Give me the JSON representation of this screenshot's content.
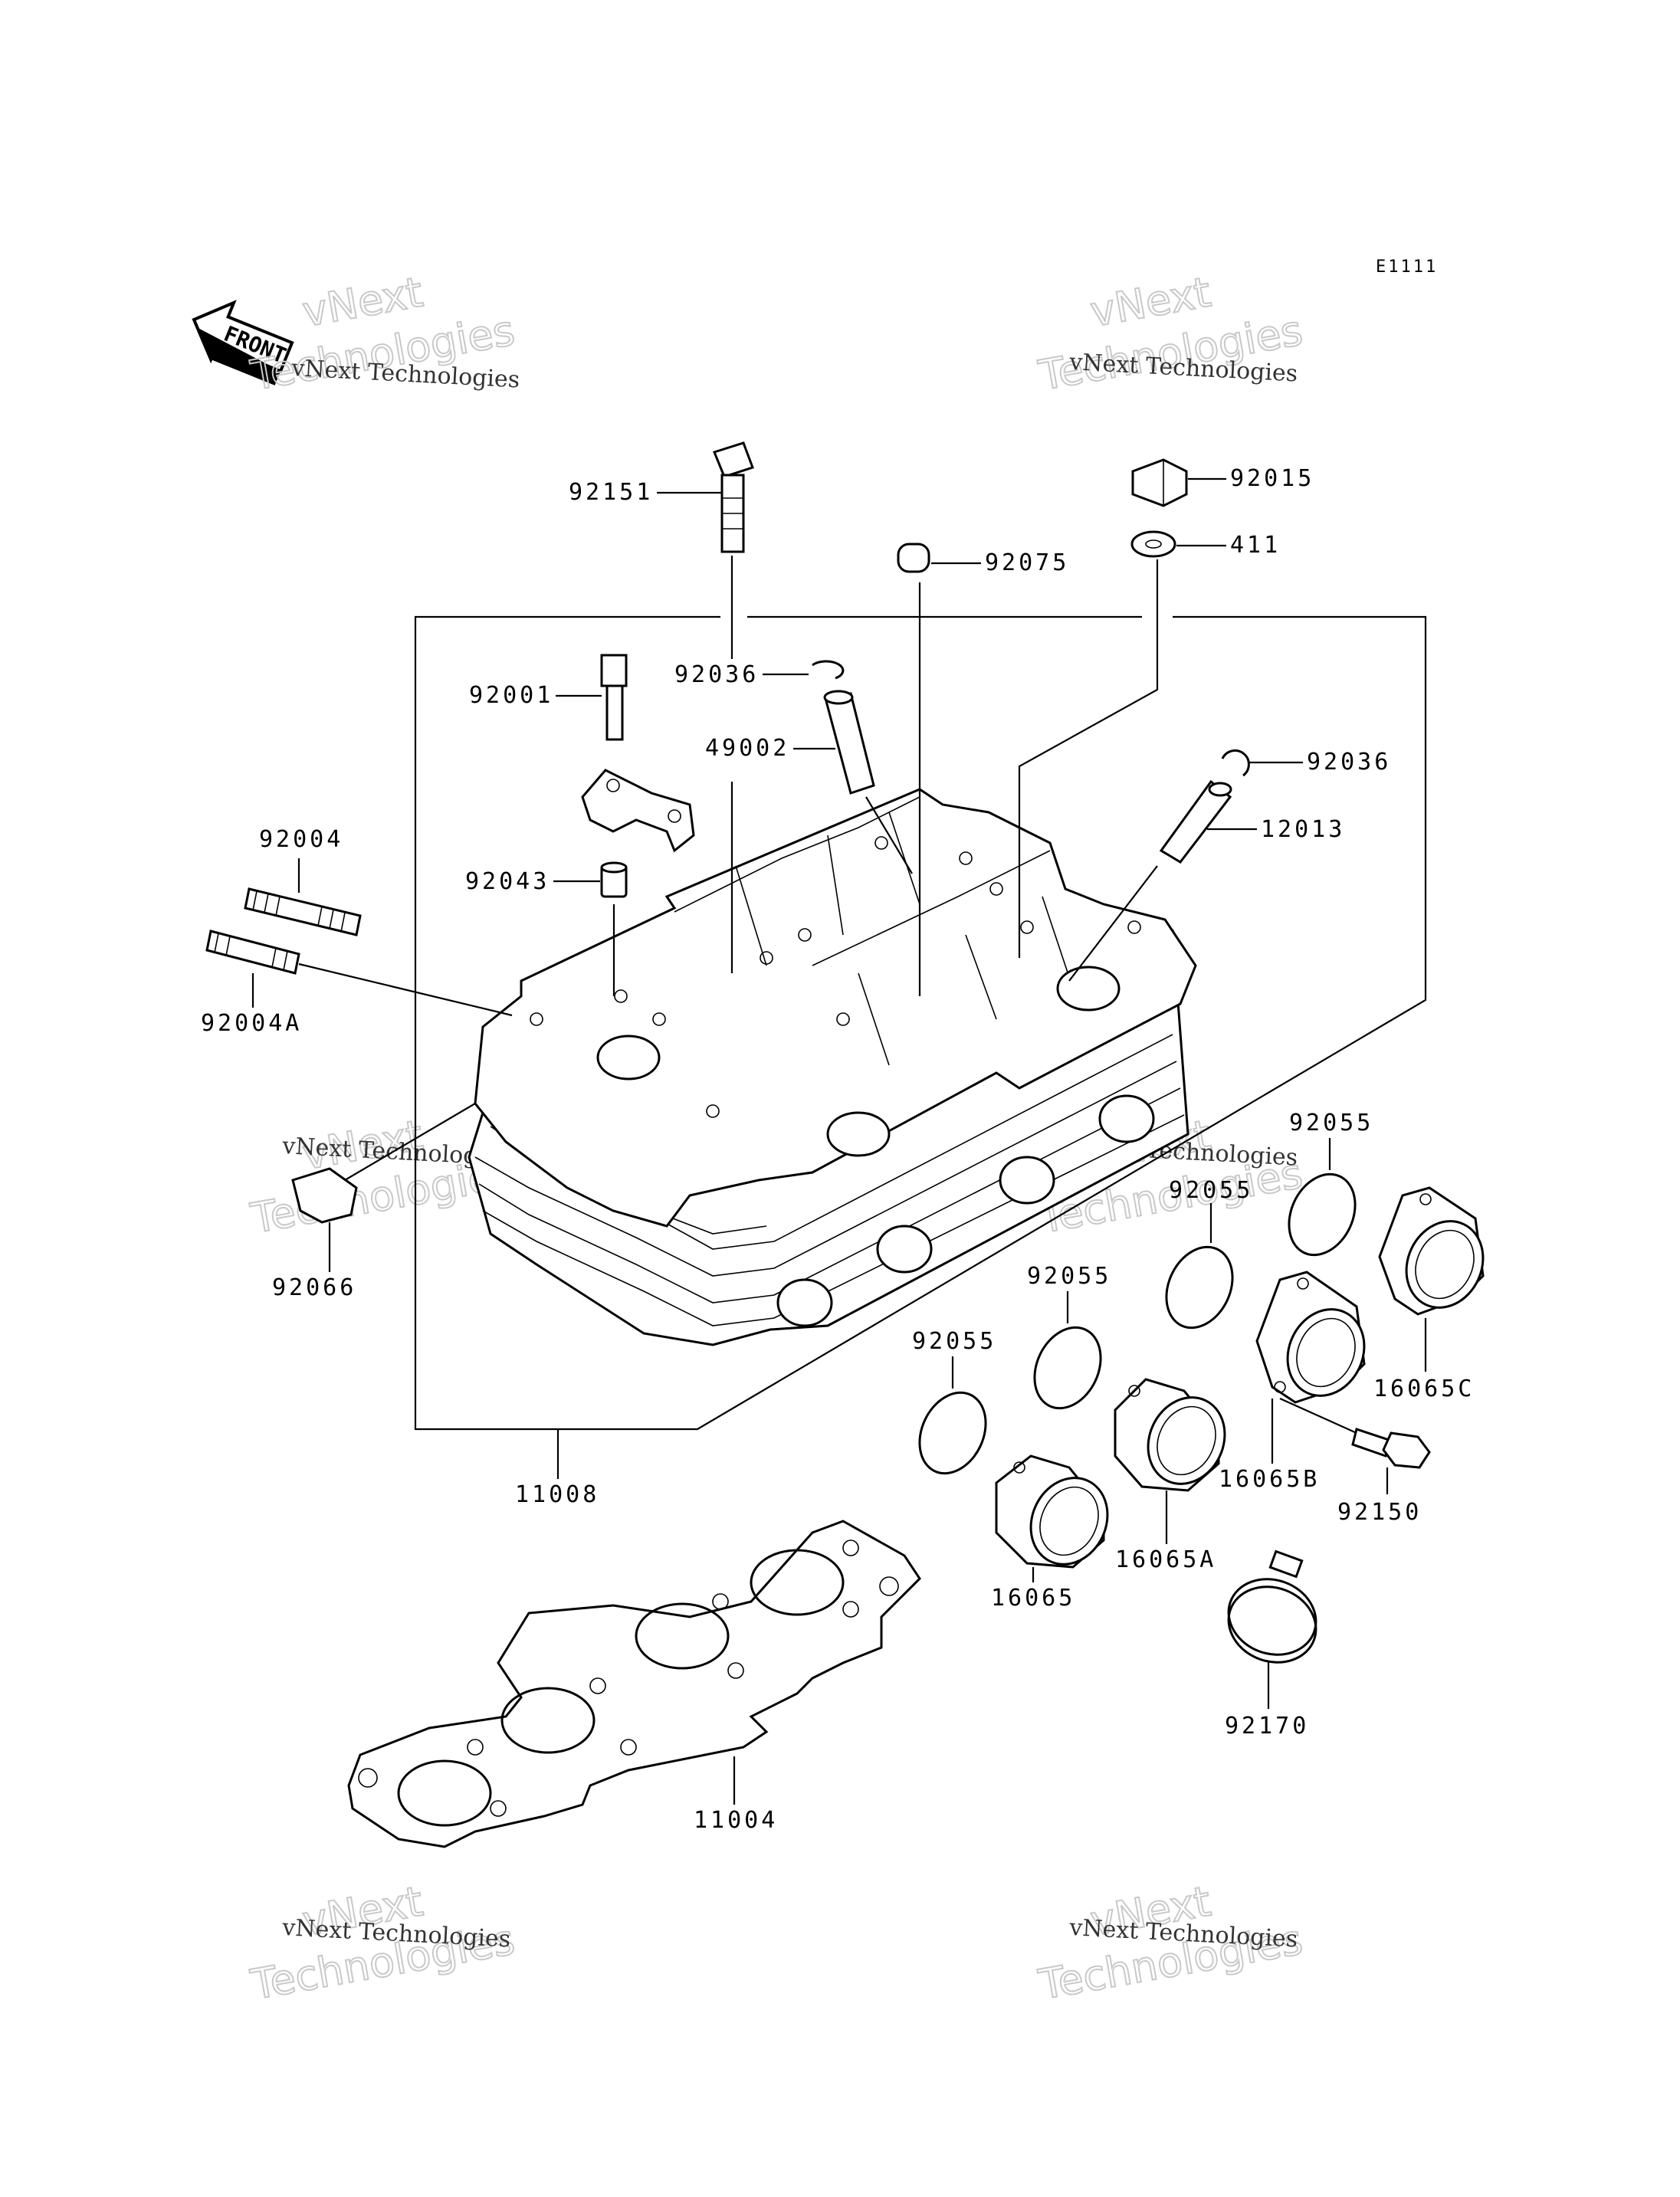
{
  "diagram_code": "E1111",
  "front_label": "FRONT",
  "watermark": {
    "line1": "vNext Technologies",
    "line2a": "vNext",
    "line2b": "Technologies"
  },
  "parts": {
    "p92151": "92151",
    "p92015": "92015",
    "p411": "411",
    "p92075": "92075",
    "p92036a": "92036",
    "p92036b": "92036",
    "p92001": "92001",
    "p49002": "49002",
    "p12013": "12013",
    "p92004": "92004",
    "p92004A": "92004A",
    "p92043": "92043",
    "p92066": "92066",
    "p11008": "11008",
    "p11004": "11004",
    "p92055a": "92055",
    "p92055b": "92055",
    "p92055c": "92055",
    "p92055d": "92055",
    "p16065": "16065",
    "p16065A": "16065A",
    "p16065B": "16065B",
    "p16065C": "16065C",
    "p92150": "92150",
    "p92170": "92170"
  }
}
